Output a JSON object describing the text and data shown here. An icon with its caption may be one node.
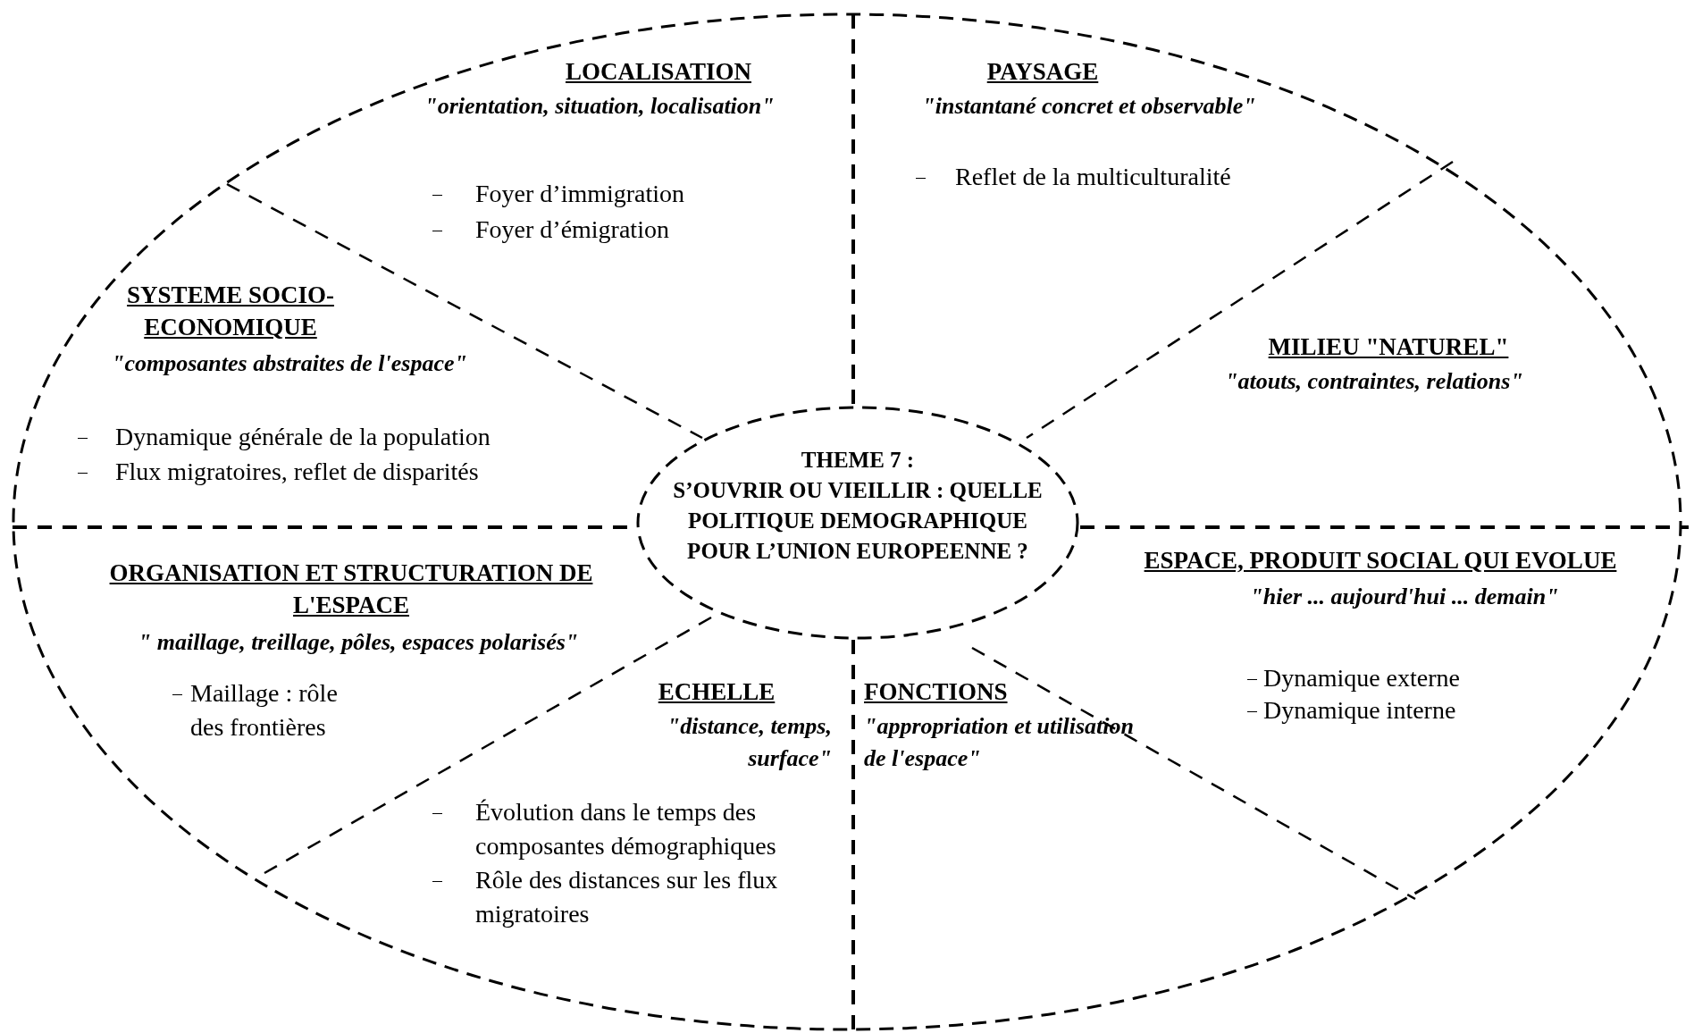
{
  "diagram": {
    "nodes": [
      {
        "text": [],
        "shape": "ellipse"
      },
      {
        "text": [
          "LOCALISATION",
          "\"orientation, situation, localisation\"",
          "Foyer d’immigration",
          "Foyer d’émigration"
        ],
        "in": 0
      },
      {
        "text": [
          "PAYSAGE",
          "\"instantané concret et observable\"",
          "Reflet de la multiculturalité"
        ],
        "in": 0
      },
      {
        "text": [
          "SYSTEME SOCIO-ECONOMIQUE",
          "\"composantes abstraites de l'espace\"",
          "Dynamique générale de la population",
          "Flux migratoires, reflet de disparités"
        ],
        "in": 0
      },
      {
        "text": [
          "MILIEU \"NATUREL\"",
          "\"atouts, contraintes, relations\""
        ],
        "in": 0
      },
      {
        "text": [
          "THEME 7 :",
          "S’OUVRIR OU VIEILLIR : QUELLE POLITIQUE DEMOGRAPHIQUE POUR L’UNION EUROPEENNE ?"
        ],
        "in": 0
      },
      {
        "text": [
          "ORGANISATION ET STRUCTURATION DE L'ESPACE",
          "\" maillage, treillage, pôles, espaces polarisés\"",
          "Maillage : rôle des frontières"
        ],
        "in": 0
      },
      {
        "text": [
          "ESPACE, PRODUIT SOCIAL QUI EVOLUE",
          "\"hier ...  aujourd'hui ...  demain\"",
          "Dynamique externe",
          "Dynamique interne"
        ],
        "in": 0
      },
      {
        "text": [
          "ECHELLE",
          "\"distance, temps, surface\"",
          "Évolution dans le temps des composantes démographiques",
          "Rôle des distances sur les flux migratoires"
        ],
        "in": 0
      },
      {
        "text": [
          "FONCTIONS",
          "\"appropriation  et utilisation de l'espace\""
        ],
        "in": 0
      }
    ],
    "edges": []
  }
}
